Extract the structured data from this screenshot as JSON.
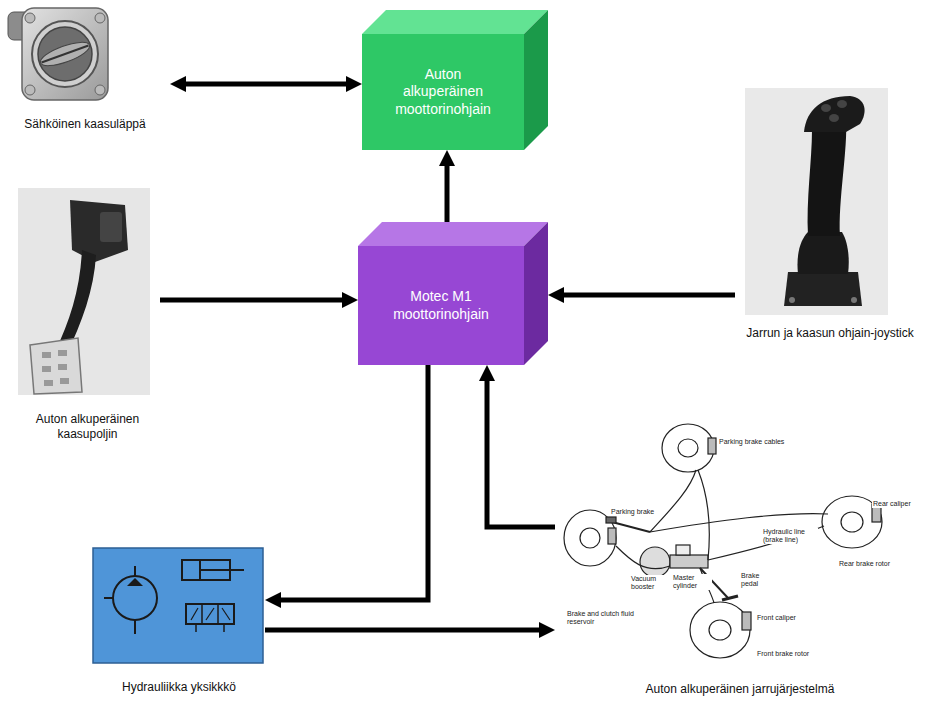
{
  "diagram": {
    "nodes": [
      {
        "text": [
          "Sähköinen kaasuläppä"
        ]
      },
      {
        "text": [
          "Auton alkuperäinen moottorinohjain"
        ]
      },
      {
        "text": [
          "Auton alkuperäinen kaasupoljin"
        ]
      },
      {
        "text": [
          "Motec M1 moottorinohjain"
        ]
      },
      {
        "text": [
          "Jarrun ja kaasun ohjain-joystick"
        ]
      },
      {
        "text": [
          "Hydrauliikka yksikkkö"
        ]
      },
      {
        "text": [
          "Auton alkuperäinen jarrujärjestelmä"
        ]
      }
    ],
    "edges": [
      {
        "from": 0,
        "to": 1,
        "arrow": "both"
      },
      {
        "from": 3,
        "to": 1,
        "arrow": "to"
      },
      {
        "from": 2,
        "to": 3,
        "arrow": "to"
      },
      {
        "from": 4,
        "to": 3,
        "arrow": "to"
      },
      {
        "from": 3,
        "to": 5,
        "arrow": "to"
      },
      {
        "from": 5,
        "to": 6,
        "arrow": "to"
      },
      {
        "from": 6,
        "to": 3,
        "arrow": "to"
      }
    ],
    "labels": [
      "Parking brake cables",
      "Rear caliper",
      "Parking brake",
      "Hydraulic line (brake line)",
      "Rear brake rotor",
      "Vacuum booster",
      "Brake pedal",
      "Master cylinder",
      "Brake and clutch fluid reservoir",
      "Front caliper",
      "Front brake rotor"
    ]
  }
}
